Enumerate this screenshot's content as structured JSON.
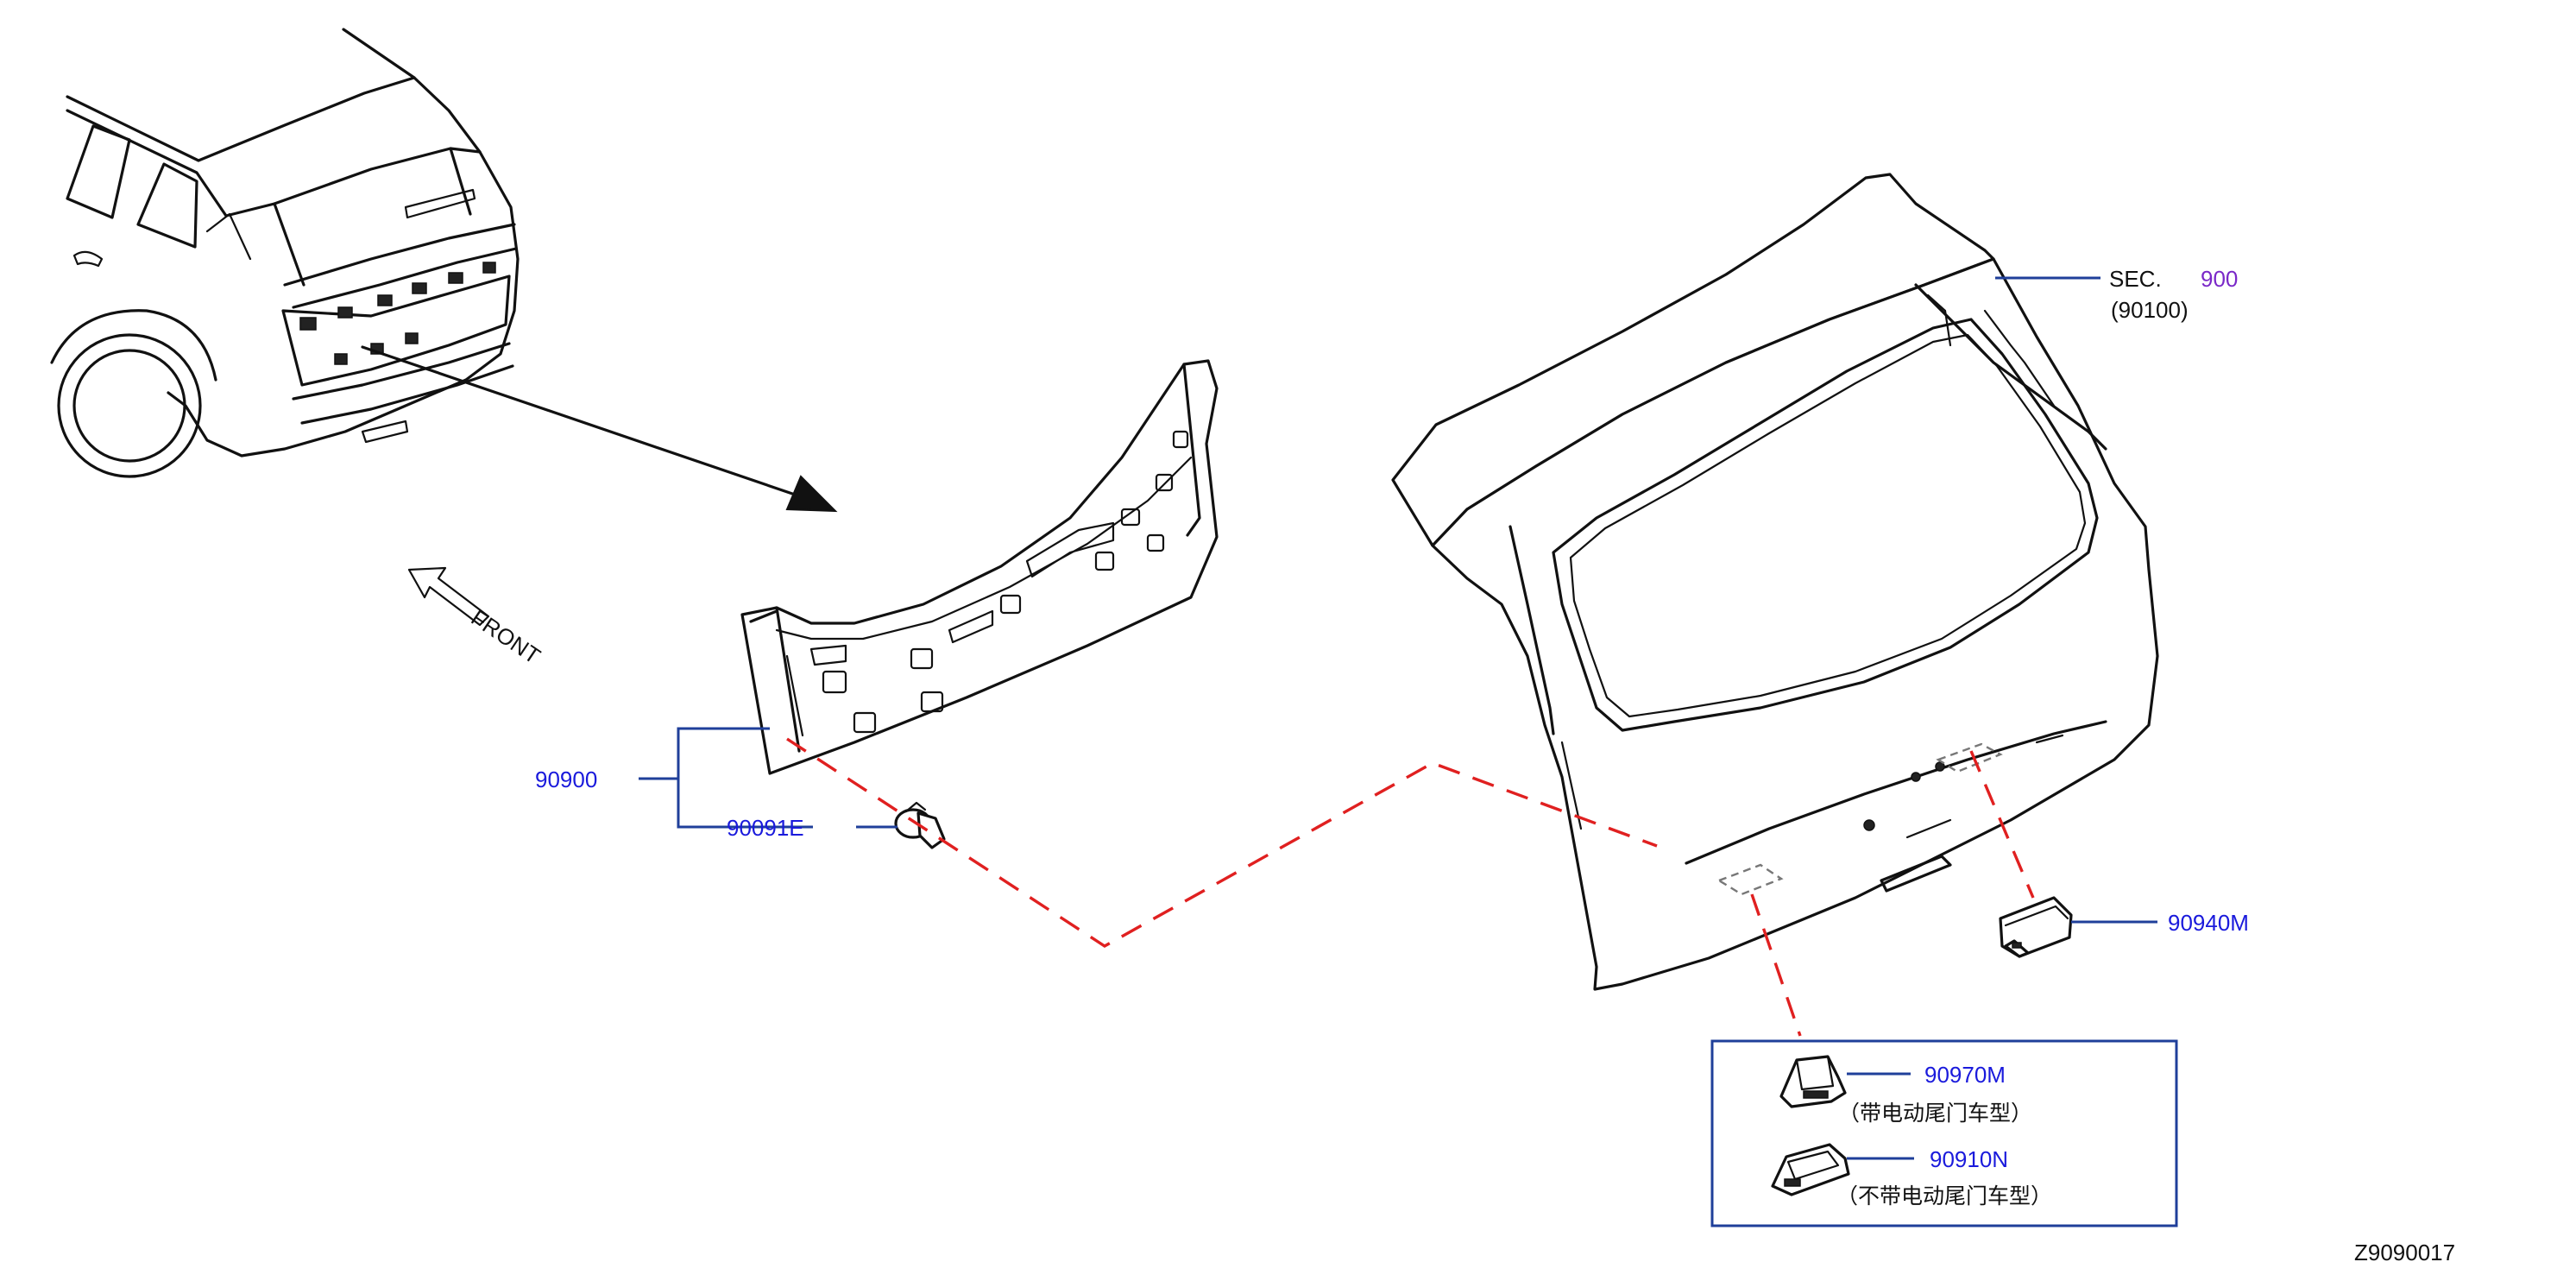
{
  "diagram": {
    "direction_label": "FRONT",
    "drawing_code": "Z9090017",
    "section_ref": {
      "prefix": "SEC.",
      "number": "900",
      "sub": "(90100)"
    },
    "callouts": {
      "finisher": "90900",
      "clip": "90091E",
      "lamp": "90940M",
      "switch_power": "90970M",
      "switch_power_note": "（带电动尾门车型）",
      "switch_manual": "90910N",
      "switch_manual_note": "（不带电动尾门车型）"
    },
    "colors": {
      "callout_text": "#1a1adc",
      "leader_line": "#1f3f9a",
      "section_number": "#7a28c8",
      "dashed_guide": "#e02020",
      "line_art": "#111111",
      "plain_text": "#111111",
      "box_border": "#1f3f9a"
    }
  }
}
